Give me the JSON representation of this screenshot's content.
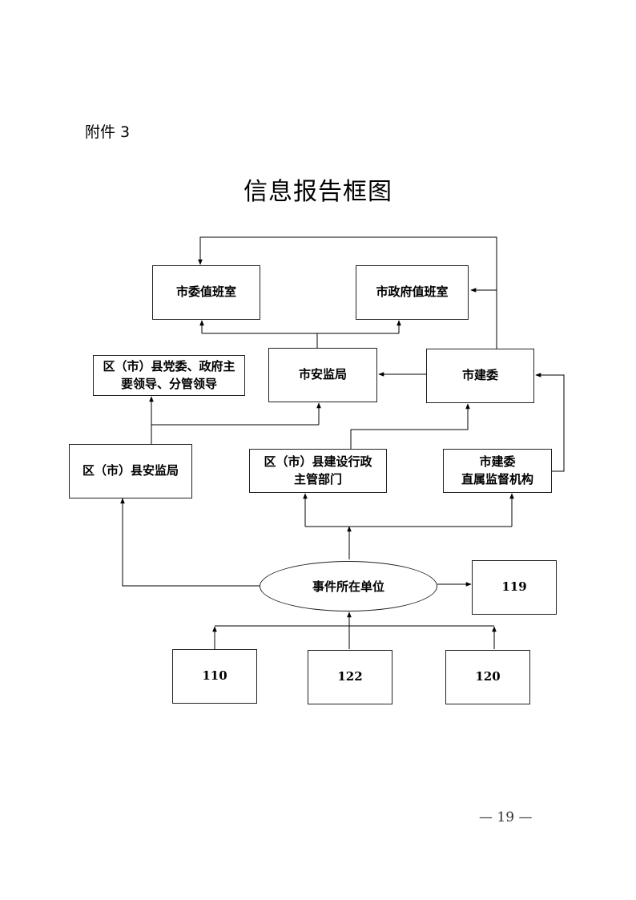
{
  "header": {
    "attachment": "附件 3"
  },
  "diagram": {
    "title": "信息报告框图",
    "nodes": {
      "city_party_duty": "市委值班室",
      "city_gov_duty": "市政府值班室",
      "district_leaders_line1": "区（市）县党委、政府主",
      "district_leaders_line2": "要领导、分管领导",
      "city_safety": "市安监局",
      "city_construction": "市建委",
      "district_safety": "区（市）县安监局",
      "district_construction_line1": "区（市）县建设行政",
      "district_construction_line2": "主管部门",
      "construction_supervision_line1": "市建委",
      "construction_supervision_line2": "直属监督机构",
      "incident_unit": "事件所在单位",
      "fire": "119",
      "police": "110",
      "traffic": "122",
      "ambulance": "120"
    }
  },
  "footer": {
    "page_number": "— 19 —"
  }
}
